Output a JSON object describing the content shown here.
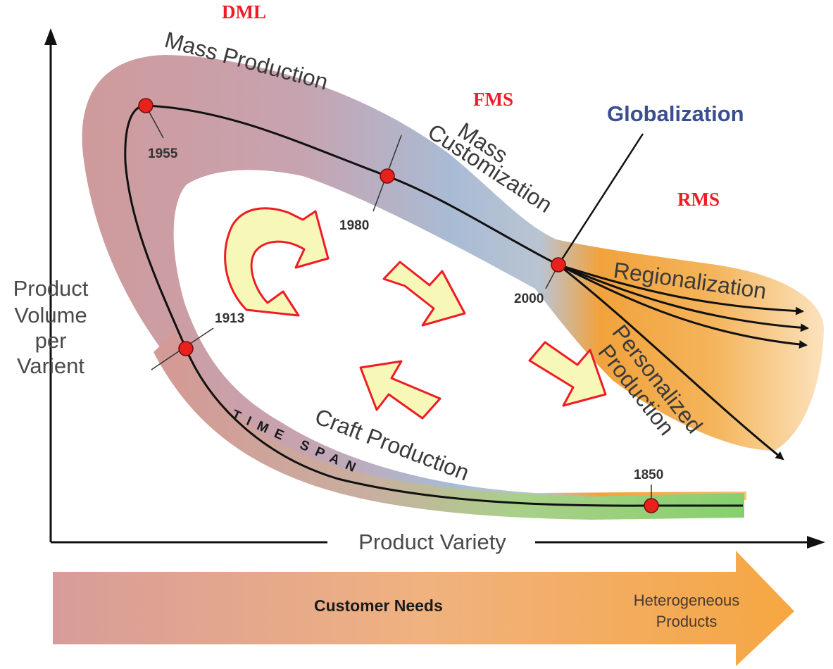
{
  "labels": {
    "dml": "DML",
    "fms": "FMS",
    "rms": "RMS",
    "globalization": "Globalization",
    "mass_production": "Mass Production",
    "mass_customization_line1": "Mass",
    "mass_customization_line2": "Customization",
    "regionalization": "Regionalization",
    "personalized_line1": "Personalized",
    "personalized_line2": "Production",
    "craft_production": "Craft Production",
    "time_span": "TIME SPAN",
    "y_axis_lines": [
      "Product",
      "Volume",
      "per",
      "Varient"
    ],
    "x_axis": "Product Variety",
    "customer_needs": "Customer Needs",
    "heterogeneous_line1": "Heterogeneous",
    "heterogeneous_line2": "Products"
  },
  "milestones": [
    {
      "year": "1850"
    },
    {
      "year": "1913"
    },
    {
      "year": "1955"
    },
    {
      "year": "1980"
    },
    {
      "year": "2000"
    }
  ],
  "colors": {
    "craft_band": "#8fd17a",
    "mass_band": "#c99aa0",
    "customization_band": "#9fb6d6",
    "regional_band": "#f3a73a",
    "milestone_dot": "#e8201e",
    "arrow_fill": "#f7f8b8",
    "arrow_stroke": "#ee1c24",
    "accent_red": "#ee1c24",
    "globalization_blue": "#3a4f8f"
  }
}
